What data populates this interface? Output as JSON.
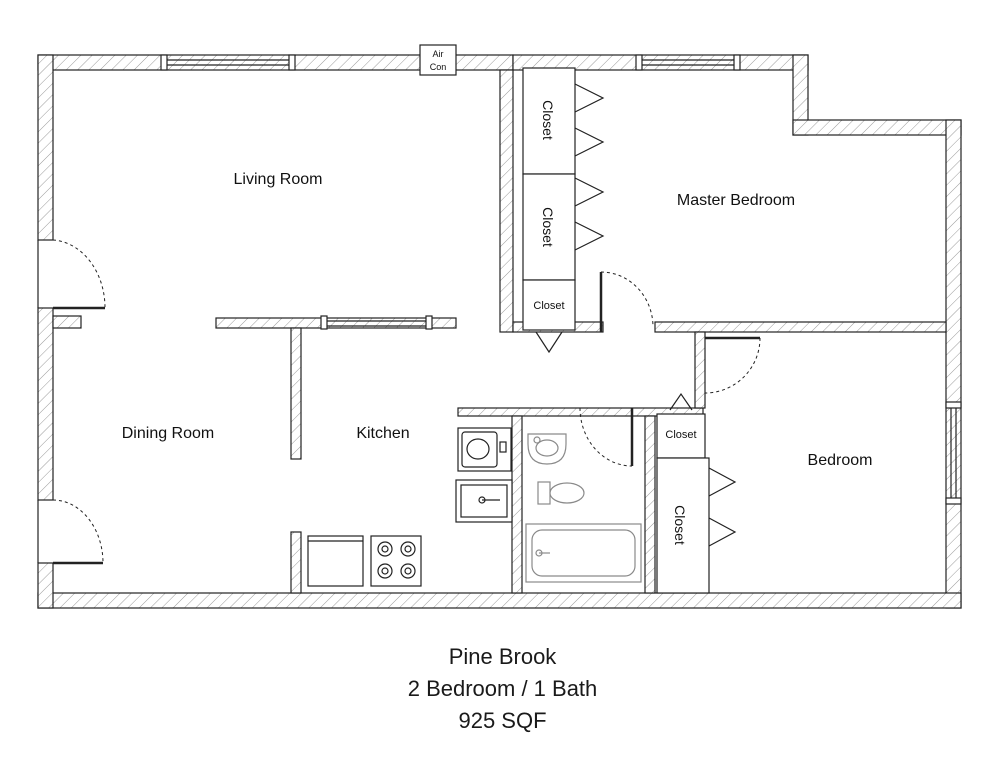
{
  "rooms": {
    "living_room": "Living Room",
    "dining_room": "Dining Room",
    "kitchen": "Kitchen",
    "master_bedroom": "Master Bedroom",
    "bedroom": "Bedroom"
  },
  "closets": {
    "master_closet_1": "Closet",
    "master_closet_2": "Closet",
    "master_closet_small": "Closet",
    "bedroom_closet_small": "Closet",
    "bedroom_closet_large": "Closet"
  },
  "fixtures": {
    "air_con_line1": "Air",
    "air_con_line2": "Con"
  },
  "caption": {
    "name": "Pine Brook",
    "layout": "2 Bedroom / 1 Bath",
    "area": "925 SQF"
  },
  "colors": {
    "wall_line": "#222222",
    "hatch": "#9a9a9a",
    "fixture": "#8a8a8a"
  }
}
